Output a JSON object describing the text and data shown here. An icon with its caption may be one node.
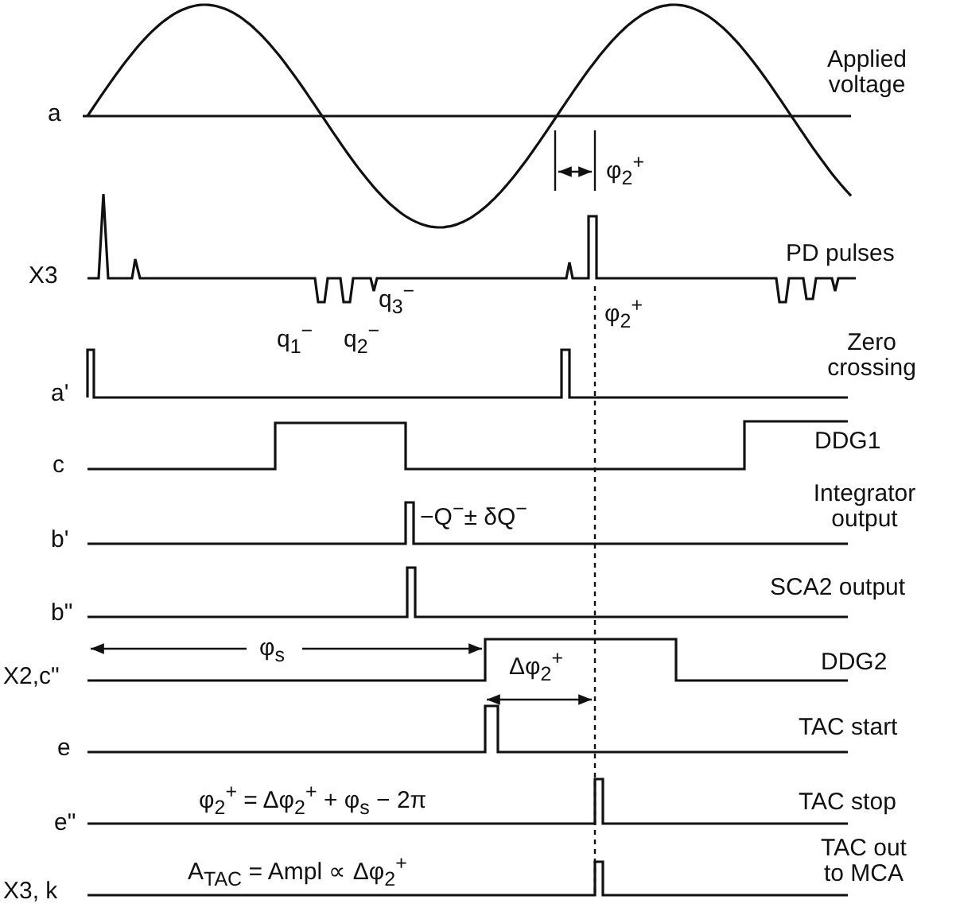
{
  "diagram": {
    "labels": [
      "Applied voltage",
      "a",
      "φ$_{2}$$^{+}$",
      "X3",
      "PD pulses",
      "q$_{3}$$^{−}$",
      "φ$_{2}$$^{+}$",
      "q$_{1}$$^{−}$",
      "q$_{2}$$^{−}$",
      "Zero crossing",
      "a'",
      "DDG1",
      "c",
      "Integrator output",
      "−Q$^{−}$± δQ$^{−}$",
      "b'",
      "SCA2 output",
      "b\"",
      "φ$_{s}$",
      "DDG2",
      "X2,c\"",
      "Δφ$_{2}$$^{+}$",
      "TAC start",
      "e",
      "φ$_{2}$$^{+}$ = Δφ$_{2}$$^{+}$ + φ$_{s}$ − 2π",
      "TAC stop",
      "e\"",
      "A$_{TAC}$ = Ampl ∝ Δφ$_{2}$$^{+}$",
      "TAC out to MCA",
      "X3, k"
    ]
  }
}
